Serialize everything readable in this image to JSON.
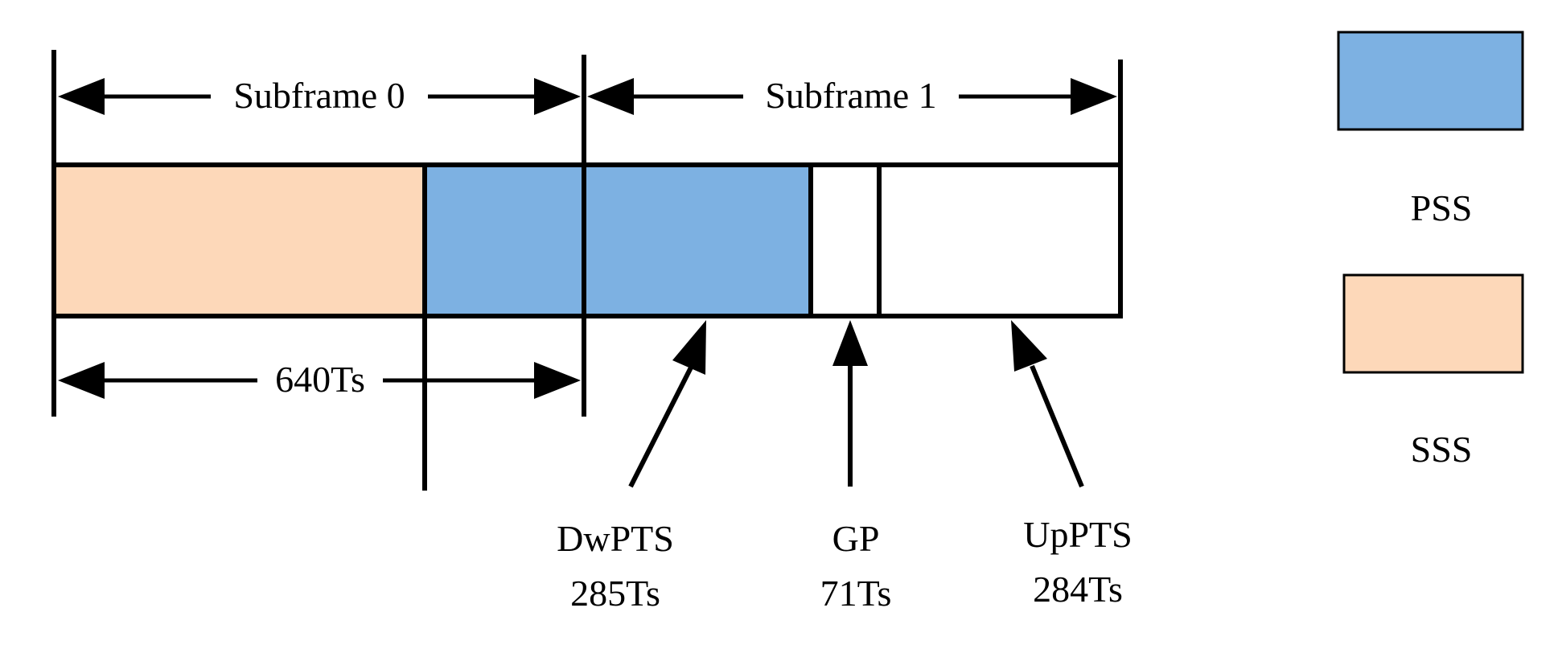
{
  "diagram": {
    "subframe_0_label": "Subframe 0",
    "subframe_1_label": "Subframe 1",
    "duration_label": "640Ts",
    "fields": [
      {
        "name": "DwPTS",
        "length": "285Ts"
      },
      {
        "name": "GP",
        "length": "71Ts"
      },
      {
        "name": "UpPTS",
        "length": "284Ts"
      }
    ]
  },
  "legend": {
    "items": [
      {
        "label": "PSS",
        "color": "#7db1e2"
      },
      {
        "label": "SSS",
        "color": "#fdd8b9"
      }
    ]
  },
  "colors": {
    "pss": "#7db1e2",
    "sss": "#fdd8b9",
    "line": "#000000"
  }
}
